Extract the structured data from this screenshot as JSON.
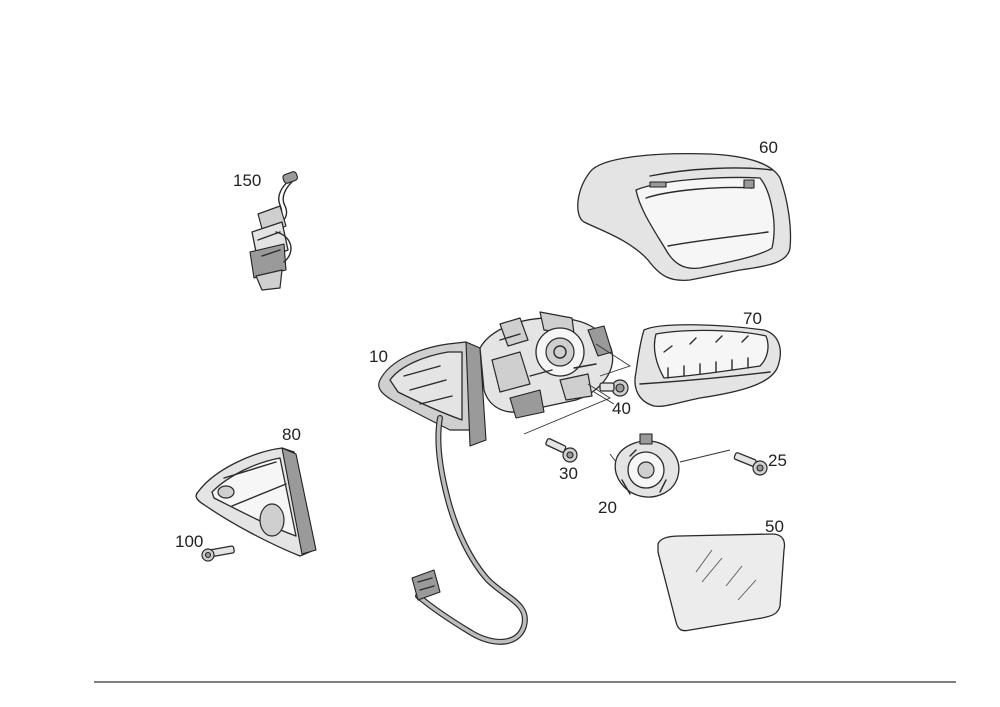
{
  "diagram": {
    "labels": [
      {
        "id": "p150",
        "text": "150"
      },
      {
        "id": "p60",
        "text": "60"
      },
      {
        "id": "p70",
        "text": "70"
      },
      {
        "id": "p10",
        "text": "10"
      },
      {
        "id": "p40",
        "text": "40"
      },
      {
        "id": "p80",
        "text": "80"
      },
      {
        "id": "p30",
        "text": "30"
      },
      {
        "id": "p25",
        "text": "25"
      },
      {
        "id": "p20",
        "text": "20"
      },
      {
        "id": "p100",
        "text": "100"
      },
      {
        "id": "p50",
        "text": "50"
      }
    ]
  }
}
